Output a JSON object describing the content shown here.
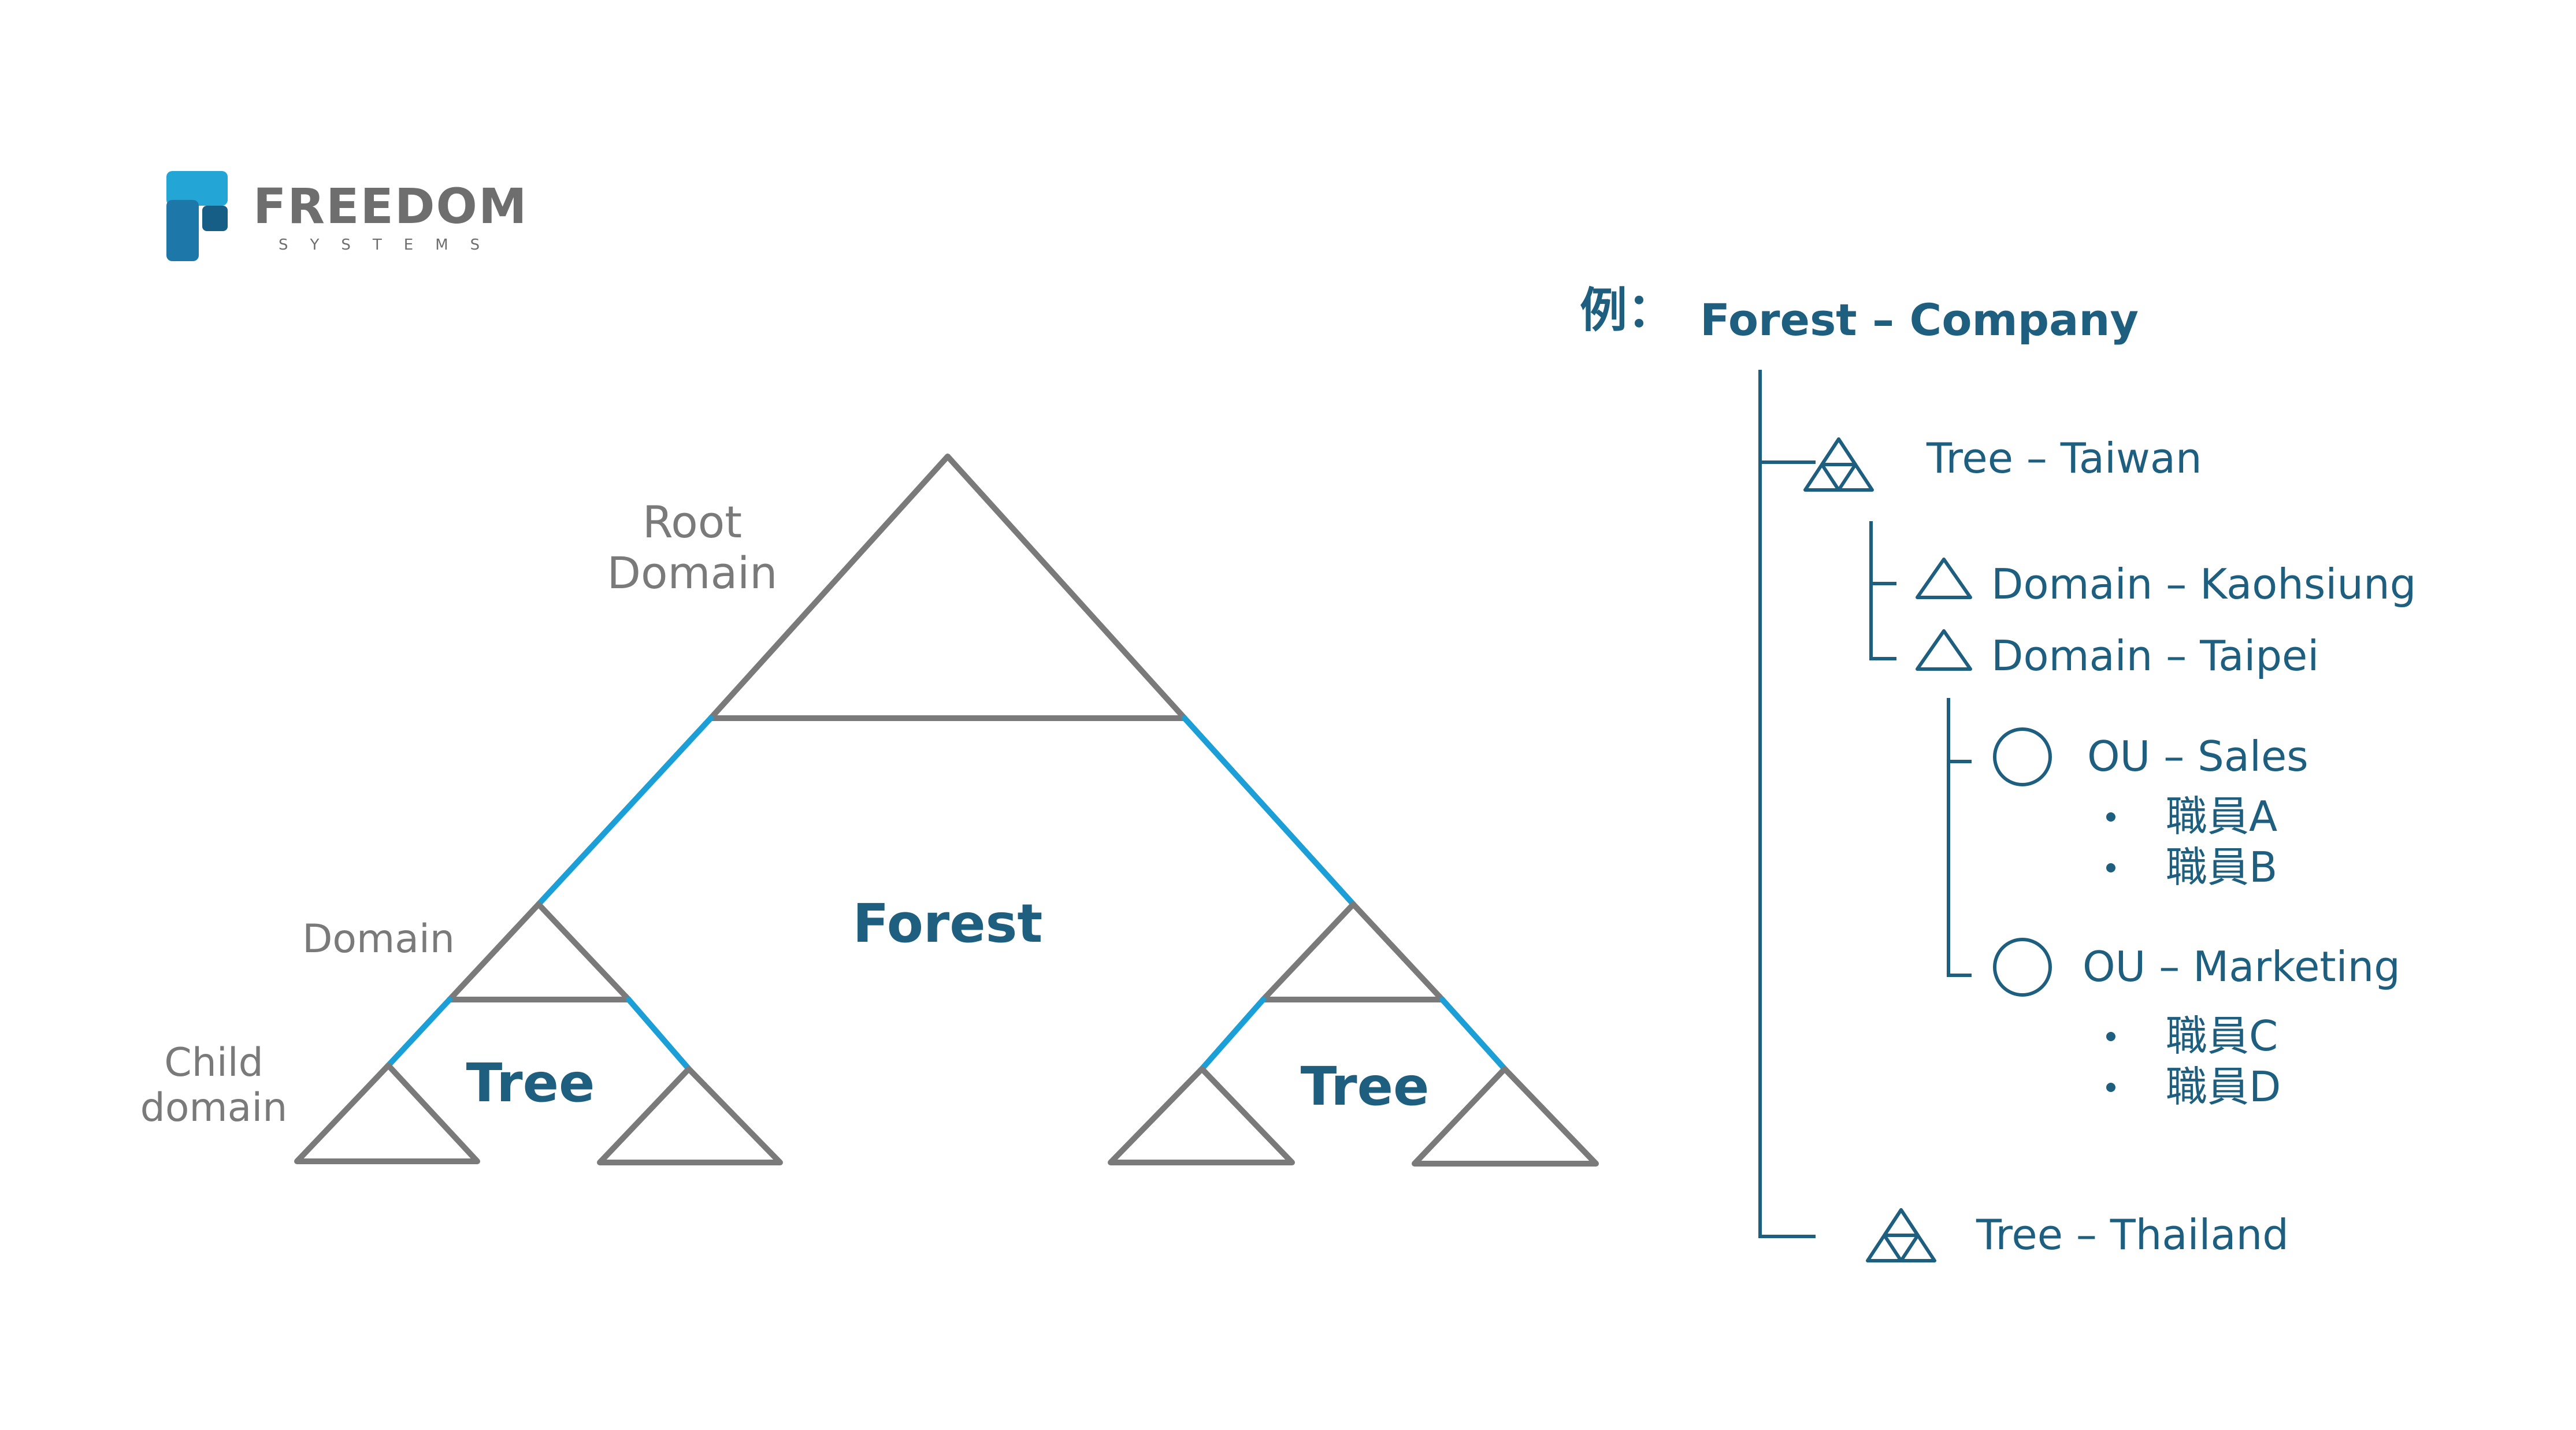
{
  "logo": {
    "brand": "FREEDOM",
    "tagline": "SYSTEMS"
  },
  "colors": {
    "primary": "#1E5F7F",
    "gray": "#6E6E6E",
    "accent": "#1B9FD6",
    "logo_blue": "#1E77A9",
    "logo_dark": "#175E86",
    "logo_light": "#23A6D6"
  },
  "diagram": {
    "root_domain_line1": "Root",
    "root_domain_line2": "Domain",
    "forest_label": "Forest",
    "domain_label": "Domain",
    "child_domain_line1": "Child",
    "child_domain_line2": "domain",
    "tree_label_left": "Tree",
    "tree_label_right": "Tree"
  },
  "example": {
    "prefix": "例：",
    "forest": "Forest – Company",
    "tree_taiwan": "Tree – Taiwan",
    "domain_kaohsiung": "Domain – Kaohsiung",
    "domain_taipei": "Domain – Taipei",
    "ou_sales": "OU – Sales",
    "employees_sales": [
      "職員A",
      "職員B"
    ],
    "ou_marketing": "OU – Marketing",
    "employees_marketing": [
      "職員C",
      "職員D"
    ],
    "tree_thailand": "Tree – Thailand",
    "icons": {
      "tree": "triforce-icon",
      "domain": "triangle-icon",
      "ou": "circle-icon",
      "bullet": "bullet-icon"
    }
  }
}
